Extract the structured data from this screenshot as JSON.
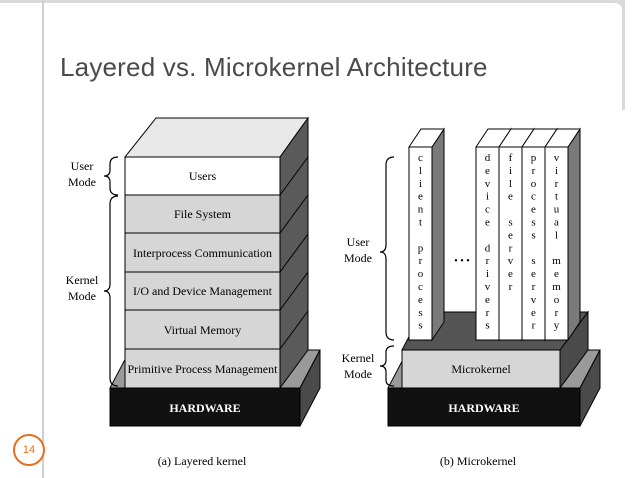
{
  "slide": {
    "title": "Layered vs. Microkernel Architecture",
    "number": "14"
  },
  "layered": {
    "layers": [
      "Users",
      "File System",
      "Interprocess Communication",
      "I/O and Device Management",
      "Virtual Memory",
      "Primitive Process Management"
    ],
    "hardware": "HARDWARE",
    "user_mode": [
      "User",
      "Mode"
    ],
    "kernel_mode": [
      "Kernel",
      "Mode"
    ],
    "caption": "(a) Layered kernel"
  },
  "micro": {
    "columns": [
      {
        "label": "client process",
        "letters": [
          "c",
          "l",
          "i",
          "e",
          "n",
          "t",
          "",
          "p",
          "r",
          "o",
          "c",
          "e",
          "s",
          "s"
        ]
      },
      {
        "label": "device drivers",
        "letters": [
          "d",
          "e",
          "v",
          "i",
          "c",
          "e",
          "",
          "d",
          "r",
          "i",
          "v",
          "e",
          "r",
          "s"
        ]
      },
      {
        "label": "file server",
        "letters": [
          "f",
          "i",
          "l",
          "e",
          "",
          "s",
          "e",
          "r",
          "v",
          "e",
          "r"
        ]
      },
      {
        "label": "process server",
        "letters": [
          "p",
          "r",
          "o",
          "c",
          "e",
          "s",
          "s",
          "",
          "s",
          "e",
          "r",
          "v",
          "e",
          "r"
        ]
      },
      {
        "label": "virtual memory",
        "letters": [
          "v",
          "i",
          "r",
          "t",
          "u",
          "a",
          "l",
          "",
          "m",
          "e",
          "m",
          "o",
          "r",
          "y"
        ]
      }
    ],
    "ellipsis": "• • •",
    "microkernel": "Microkernel",
    "hardware": "HARDWARE",
    "user_mode": [
      "User",
      "Mode"
    ],
    "kernel_mode": [
      "Kernel",
      "Mode"
    ],
    "caption": "(b) Microkernel"
  },
  "colors": {
    "layer_fill": "#d6d6d6",
    "users_fill": "#ffffff",
    "side_dark": "#5a5a5a",
    "top_light": "#e8e8e8",
    "hardware_fill": "#111111",
    "accent": "#e56f1f",
    "title_text": "#4a4a4a"
  }
}
